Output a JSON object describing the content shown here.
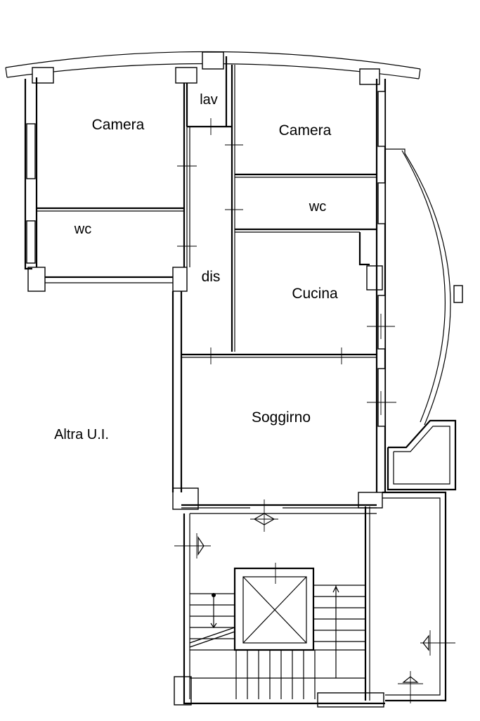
{
  "rooms": {
    "camera_left": "Camera",
    "camera_right": "Camera",
    "lav": "lav",
    "wc_left": "wc",
    "wc_right": "wc",
    "dis": "dis",
    "cucina": "Cucina",
    "soggirno": "Soggirno",
    "altra": "Altra U.I."
  }
}
